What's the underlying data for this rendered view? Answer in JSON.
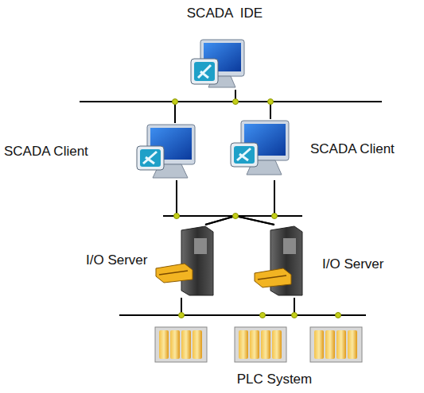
{
  "diagram": {
    "nodes": [
      {
        "text": [
          "SCADA  IDE"
        ]
      },
      {
        "text": [
          "SCADA Client"
        ]
      },
      {
        "text": [
          "SCADA Client"
        ]
      },
      {
        "text": [
          "I/O Server"
        ]
      },
      {
        "text": [
          "I/O Server"
        ]
      },
      {
        "text": [
          "PLC System"
        ]
      }
    ],
    "edges": [
      {
        "from": 0,
        "to": 1,
        "arrow": "none"
      },
      {
        "from": 0,
        "to": 2,
        "arrow": "none"
      },
      {
        "from": 1,
        "to": 3,
        "arrow": "none"
      },
      {
        "from": 1,
        "to": 4,
        "arrow": "none"
      },
      {
        "from": 2,
        "to": 3,
        "arrow": "none"
      },
      {
        "from": 2,
        "to": 4,
        "arrow": "none"
      },
      {
        "from": 3,
        "to": 5,
        "arrow": "none"
      },
      {
        "from": 4,
        "to": 5,
        "arrow": "none"
      }
    ]
  }
}
